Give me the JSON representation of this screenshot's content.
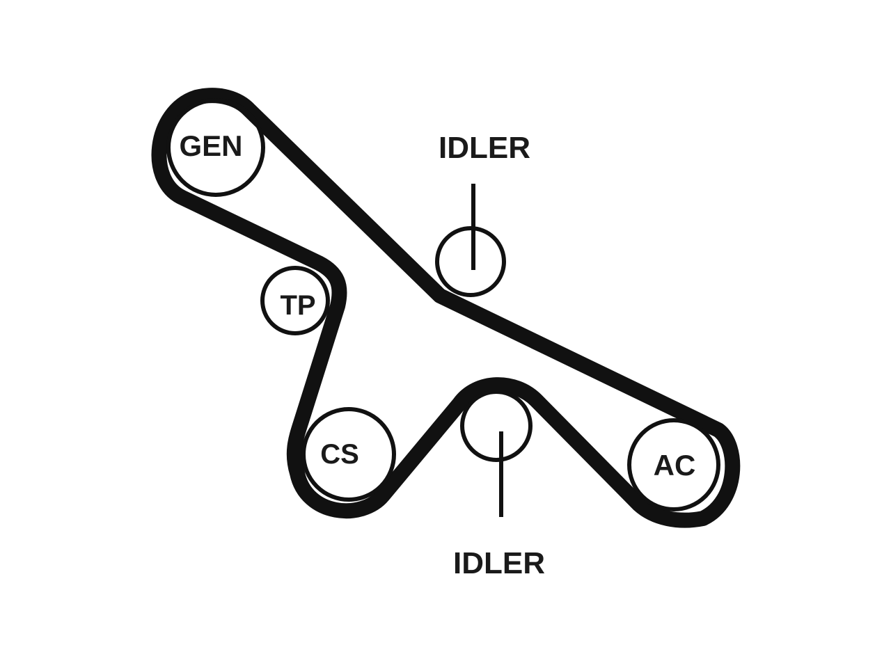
{
  "diagram": {
    "colors": {
      "belt": "#111111",
      "pulley_outline": "#111111",
      "label": "#1a1a1a",
      "background": "#ffffff"
    },
    "pulleys": {
      "gen": {
        "label": "GEN"
      },
      "tp": {
        "label": "TP"
      },
      "cs": {
        "label": "CS"
      },
      "ac": {
        "label": "AC"
      },
      "idler_top": {
        "label": "IDLER"
      },
      "idler_bottom": {
        "label": "IDLER"
      }
    }
  }
}
